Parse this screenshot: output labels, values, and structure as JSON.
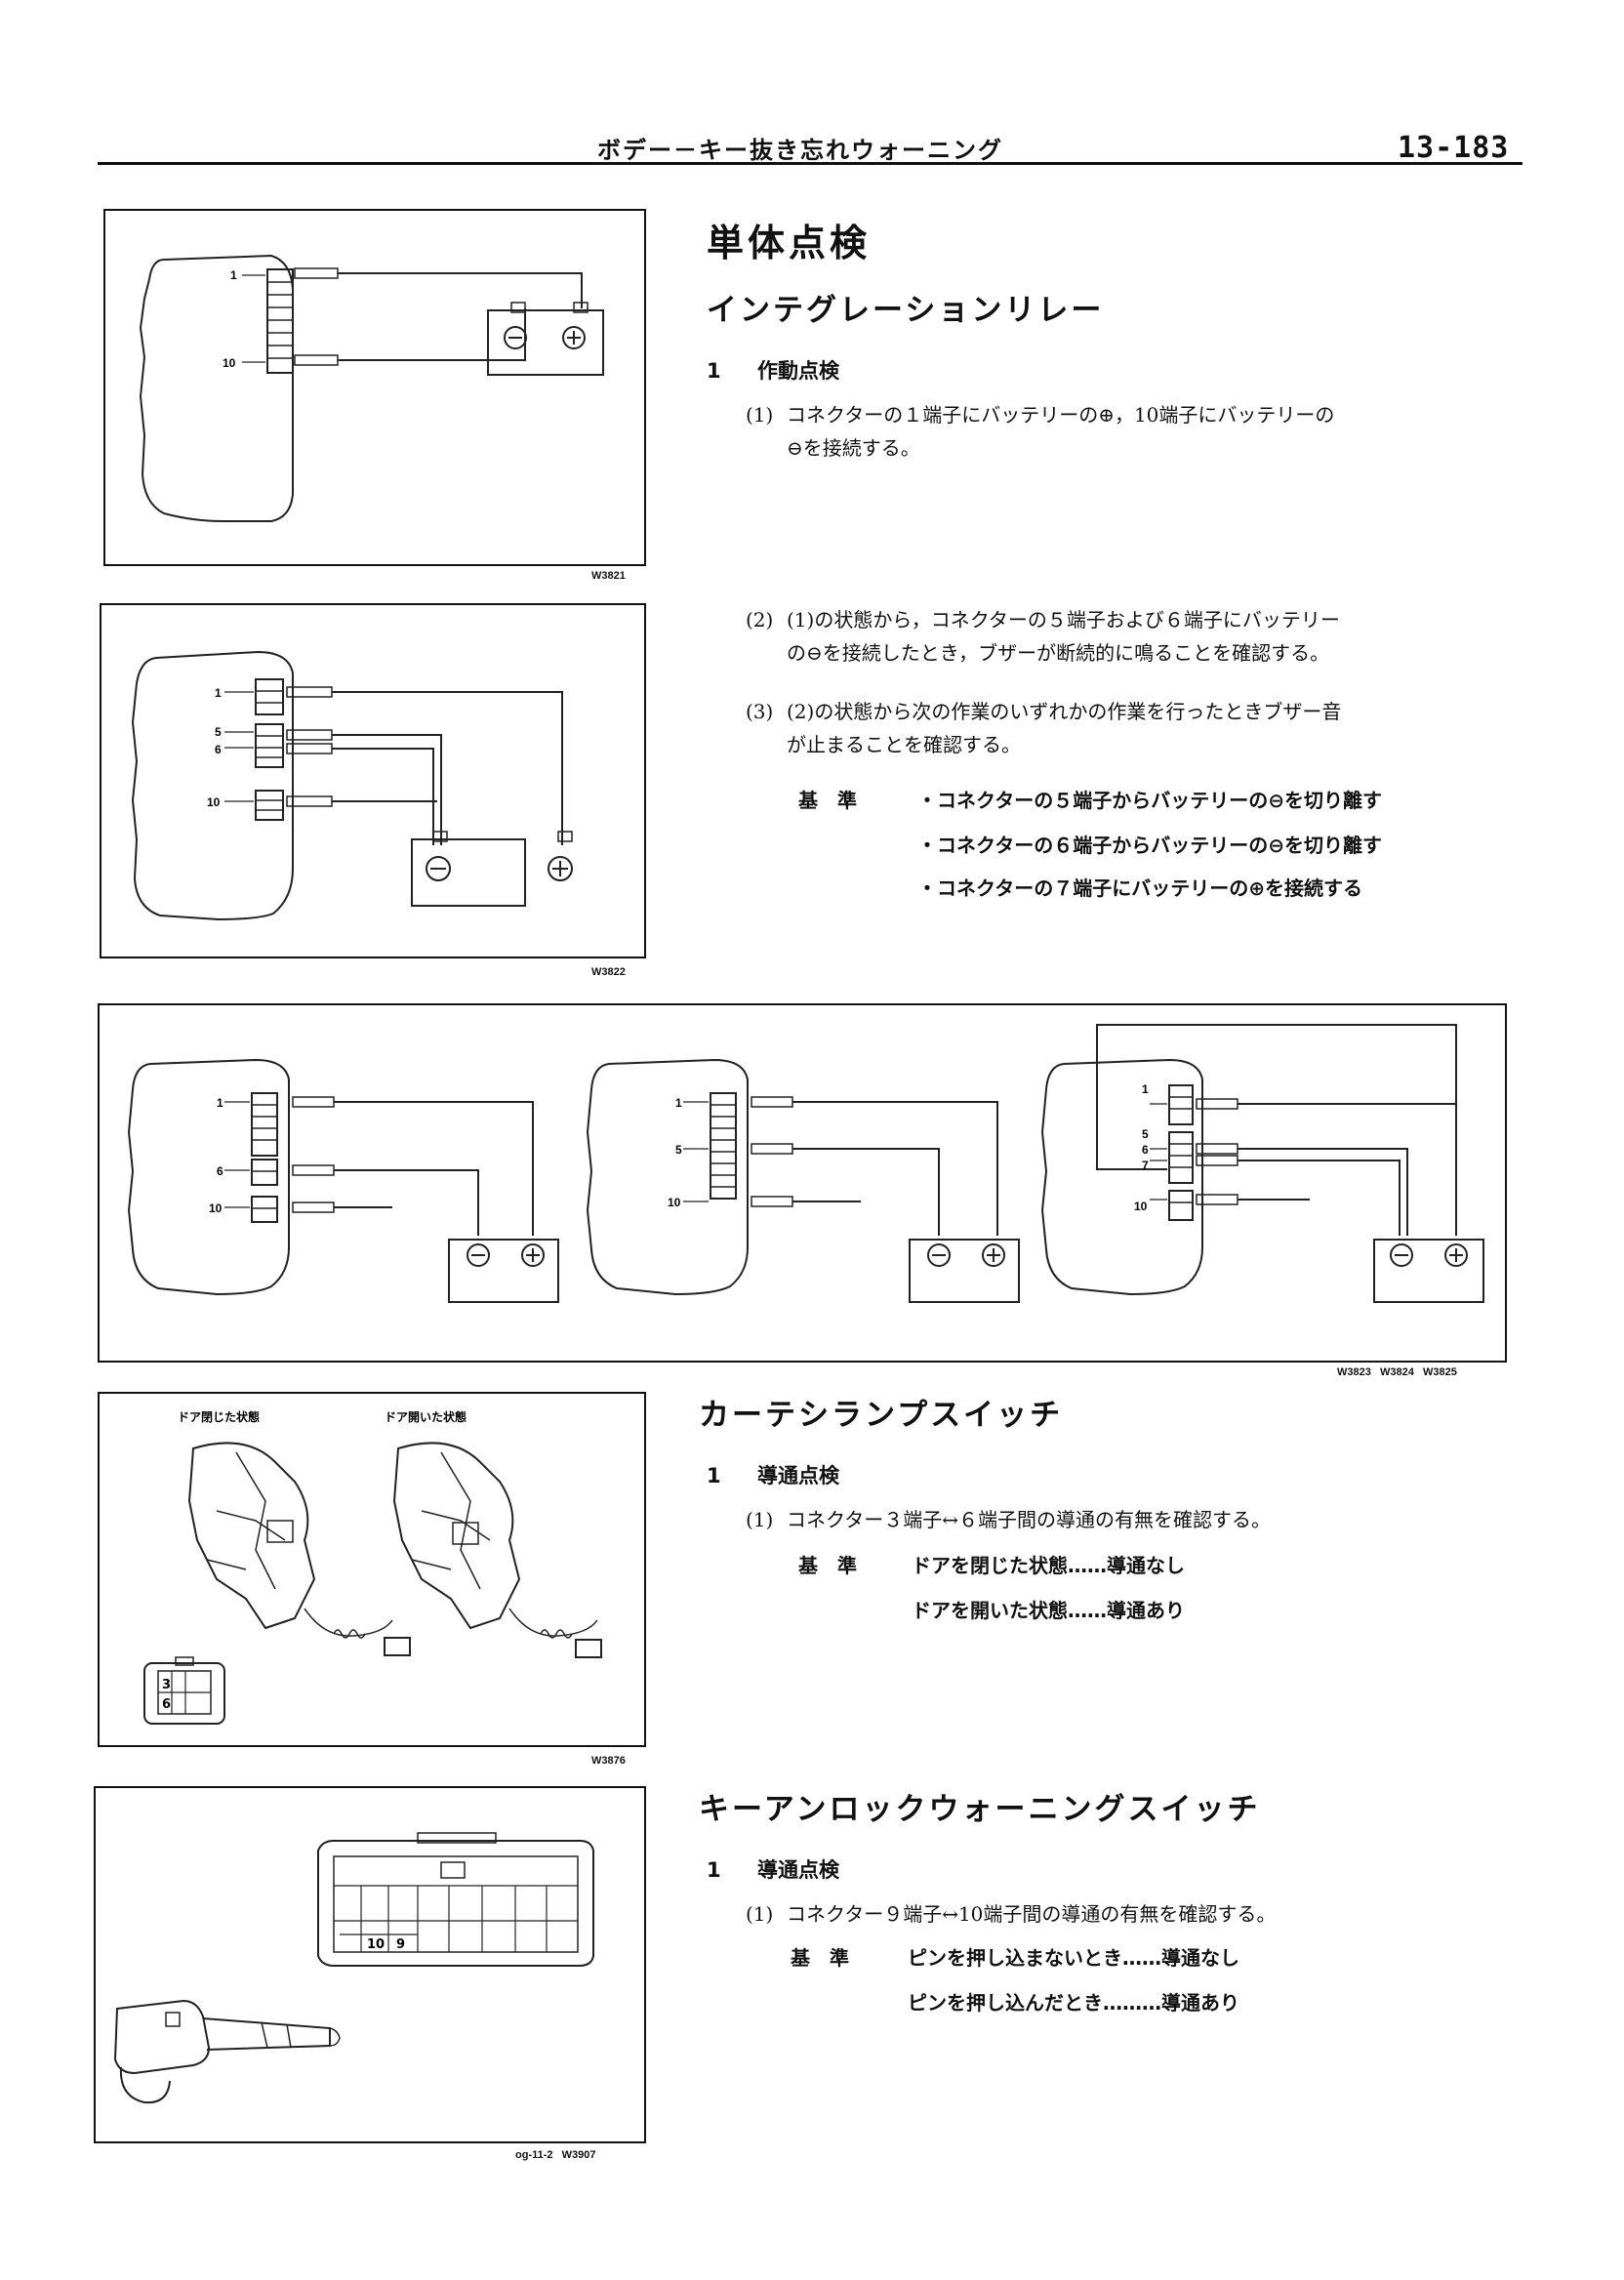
{
  "header": {
    "title": "ボデー－キー抜き忘れウォーニング",
    "page_number": "13-183"
  },
  "figures": {
    "w3821": {
      "caption": "W3821",
      "pins": [
        "1",
        "10"
      ]
    },
    "w3822": {
      "caption": "W3822",
      "pins": [
        "1",
        "5",
        "6",
        "10"
      ]
    },
    "w3823": {
      "pins": [
        "1",
        "6",
        "10"
      ]
    },
    "w3824": {
      "pins": [
        "1",
        "5",
        "10"
      ]
    },
    "w3825": {
      "pins": [
        "1",
        "5",
        "6",
        "7",
        "10"
      ]
    },
    "w382x_caption": "W3823   W3824   W3825",
    "w3876": {
      "caption": "W3876",
      "label_closed": "ドア閉じた状態",
      "label_open": "ドア開いた状態",
      "pins": [
        "3",
        "6"
      ]
    },
    "w3907": {
      "caption": "og-11-2   W3907",
      "pins": [
        "10",
        "9"
      ]
    }
  },
  "section": {
    "title": "単体点検",
    "relay": {
      "title": "インテグレーションリレー",
      "step": {
        "num": "1",
        "label": "作動点検"
      },
      "items": [
        {
          "idx": "(1)",
          "lines": [
            "コネクターの１端子にバッテリーの⊕，10端子にバッテリーの",
            "⊖を接続する。"
          ]
        },
        {
          "idx": "(2)",
          "lines": [
            "(1)の状態から，コネクターの５端子および６端子にバッテリー",
            "の⊖を接続したとき，ブザーが断続的に鳴ることを確認する。"
          ]
        },
        {
          "idx": "(3)",
          "lines": [
            "(2)の状態から次の作業のいずれかの作業を行ったときブザー音",
            "が止まることを確認する。"
          ]
        }
      ],
      "standard_label": "基　準",
      "bullets": [
        "・コネクターの５端子からバッテリーの⊖を切り離す",
        "・コネクターの６端子からバッテリーの⊖を切り離す",
        "・コネクターの７端子にバッテリーの⊕を接続する"
      ]
    },
    "courtesy": {
      "title": "カーテシランプスイッチ",
      "step": {
        "num": "1",
        "label": "導通点検"
      },
      "item": {
        "idx": "(1)",
        "text": "コネクター３端子↔６端子間の導通の有無を確認する。"
      },
      "standard_label": "基　準",
      "rows": [
        "ドアを閉じた状態……導通なし",
        "ドアを開いた状態……導通あり"
      ]
    },
    "key_unlock": {
      "title": "キーアンロックウォーニングスイッチ",
      "step": {
        "num": "1",
        "label": "導通点検"
      },
      "item": {
        "idx": "(1)",
        "text": "コネクター９端子↔10端子間の導通の有無を確認する。"
      },
      "standard_label": "基　準",
      "rows": [
        "ピンを押し込まないとき……導通なし",
        "ピンを押し込んだとき………導通あり"
      ]
    }
  }
}
